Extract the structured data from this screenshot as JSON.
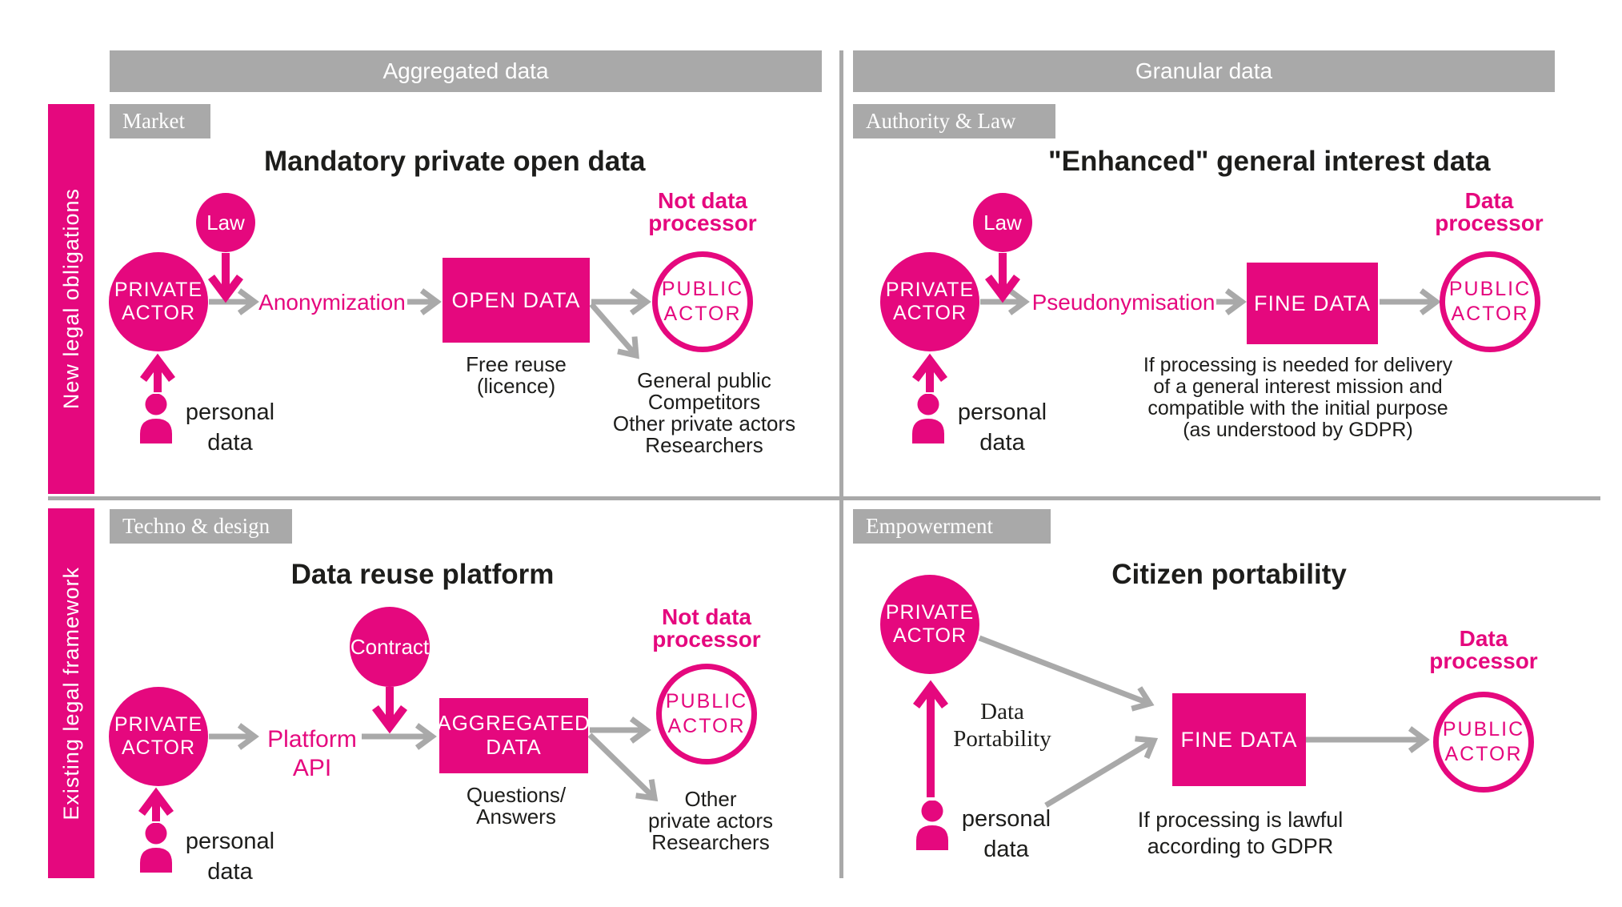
{
  "colors": {
    "magenta": "#e5087e",
    "gray": "#a9a9a9",
    "ink": "#1d1d1b",
    "background": "#ffffff"
  },
  "column_headers": {
    "left": "Aggregated data",
    "right": "Granular data"
  },
  "row_labels": {
    "top": "New legal obligations",
    "bottom": "Existing legal framework"
  },
  "quadrants": {
    "top_left": {
      "tag": "Market",
      "title": "Mandatory private open data",
      "law_bubble": "Law",
      "private_actor": "PRIVATE ACTOR",
      "flow_label": "Anonymization",
      "data_box": "OPEN DATA",
      "box_note": "Free reuse (licence)",
      "processor_note": "Not data processor",
      "public_actor": "PUBLIC ACTOR",
      "recipients": [
        "General public",
        "Competitors",
        "Other private actors",
        "Researchers"
      ],
      "personal_data": "personal data"
    },
    "top_right": {
      "tag": "Authority & Law",
      "title": "\"Enhanced\" general interest data",
      "law_bubble": "Law",
      "private_actor": "PRIVATE ACTOR",
      "flow_label": "Pseudonymisation",
      "data_box": "FINE DATA",
      "condition_note": [
        "If processing is needed for delivery",
        "of a general interest mission and",
        "compatible with the initial purpose",
        "(as understood by GDPR)"
      ],
      "processor_note": "Data processor",
      "public_actor": "PUBLIC ACTOR",
      "personal_data": "personal data"
    },
    "bottom_left": {
      "tag": "Techno & design",
      "title": "Data reuse platform",
      "contract_bubble": "Contract",
      "private_actor": "PRIVATE ACTOR",
      "flow_label": "Platform API",
      "data_box": "AGGREGATED DATA",
      "box_note": "Questions/ Answers",
      "processor_note": "Not data processor",
      "public_actor": "PUBLIC ACTOR",
      "recipients": [
        "Other",
        "private actors",
        "Researchers"
      ],
      "personal_data": "personal data"
    },
    "bottom_right": {
      "tag": "Empowerment",
      "title": "Citizen portability",
      "private_actor": "PRIVATE ACTOR",
      "flow_label": "Data Portability",
      "data_box": "FINE DATA",
      "condition_note": [
        "If processing is lawful",
        "according to GDPR"
      ],
      "processor_note": "Data processor",
      "public_actor": "PUBLIC ACTOR",
      "personal_data": "personal data"
    }
  }
}
